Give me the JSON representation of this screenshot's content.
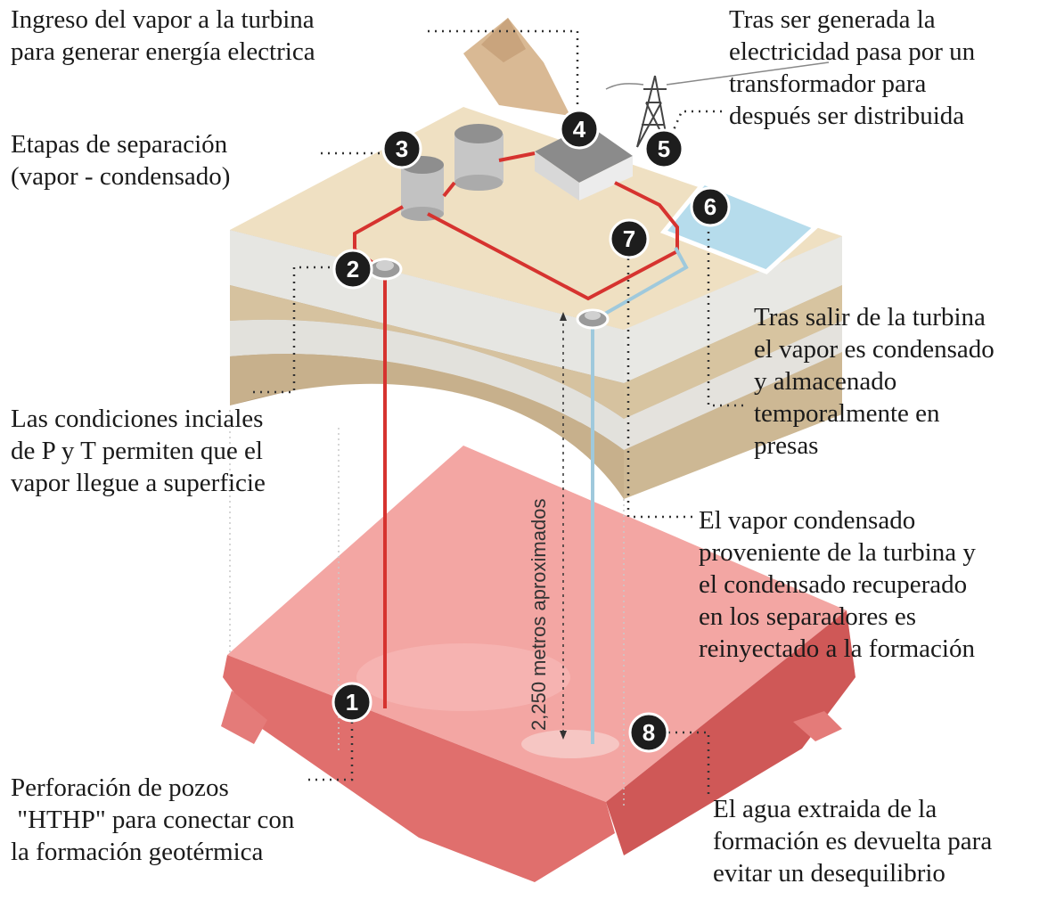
{
  "annotations": {
    "turbine_inlet": [
      "Ingreso del vapor a la turbina",
      "para generar energía electrica"
    ],
    "transformer": [
      "Tras ser generada la",
      "electricidad pasa por un",
      "transformador para",
      "después ser distribuida"
    ],
    "separation": [
      "Etapas de separación",
      "(vapor - condensado)"
    ],
    "initial_conditions": [
      "Las condiciones inciales",
      "de P y T permiten que el",
      "vapor llegue a superficie"
    ],
    "condensation": [
      "Tras salir de la turbina",
      "el vapor es condensado",
      "y almacenado",
      "temporalmente en",
      "presas"
    ],
    "reinjection": [
      "El vapor condensado",
      "proveniente de la turbina y",
      "el condensado recuperado",
      "en los separadores es",
      "reinyectado a la formación"
    ],
    "drilling": [
      "Perforación de pozos",
      " \"HTHP\" para conectar con",
      "la formación geotérmica"
    ],
    "water_return": [
      "El agua extraida de la",
      "formación es devuelta para",
      "evitar un desequilibrio"
    ]
  },
  "markers": [
    "1",
    "2",
    "3",
    "4",
    "5",
    "6",
    "7",
    "8"
  ],
  "depth_label": "2,250 metros aproximados",
  "colors": {
    "ground_top": "#efe0c2",
    "strata_light": "#dcdcd8",
    "strata_tan": "#d2bf9b",
    "strata_brown": "#b79c79",
    "formation": "#ee8e8c",
    "formation_dark": "#d8605f",
    "pipe_hot": "#d6332f",
    "pipe_cold": "#9fc9dc",
    "pond": "#b6dcec",
    "marker_bg": "#1d1d1d"
  }
}
